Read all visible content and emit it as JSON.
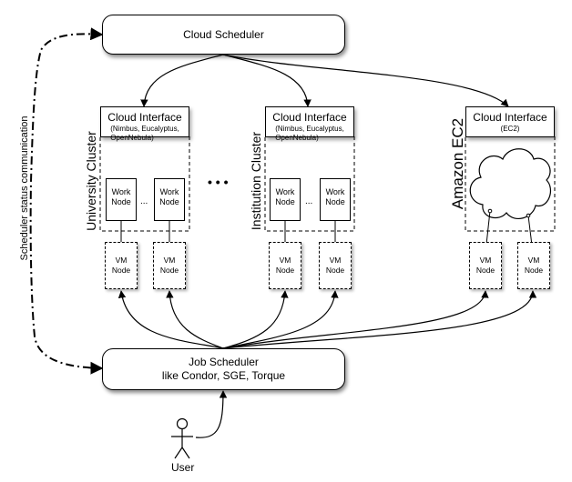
{
  "cloud_scheduler": {
    "label": "Cloud Scheduler"
  },
  "job_scheduler": {
    "line1": "Job Scheduler",
    "line2": "like Condor, SGE, Torque"
  },
  "status_link": {
    "label": "Scheduler status communication"
  },
  "between_clusters_ellipsis": "• • •",
  "clusters": [
    {
      "side_label": "University Cluster",
      "interface_title": "Cloud Interface",
      "interface_sub": "(Nimbus, Eucalyptus,\nOpenNebula)",
      "work_nodes": [
        "Work\nNode",
        "Work\nNode"
      ],
      "ellipsis": "...",
      "vm_nodes": [
        "VM\nNode",
        "VM\nNode"
      ]
    },
    {
      "side_label": "Institution Cluster",
      "interface_title": "Cloud Interface",
      "interface_sub": "(Nimbus, Eucalyptus,\nOpenNebula)",
      "work_nodes": [
        "Work\nNode",
        "Work\nNode"
      ],
      "ellipsis": "...",
      "vm_nodes": [
        "VM\nNode",
        "VM\nNode"
      ]
    },
    {
      "side_label": "Amazon EC2",
      "interface_title": "Cloud Interface",
      "interface_sub": "(EC2)",
      "cloud_icon": "cloud-icon",
      "vm_nodes": [
        "VM\nNode",
        "VM\nNode"
      ]
    }
  ],
  "user": {
    "label": "User",
    "icon": "stick-figure-icon"
  }
}
